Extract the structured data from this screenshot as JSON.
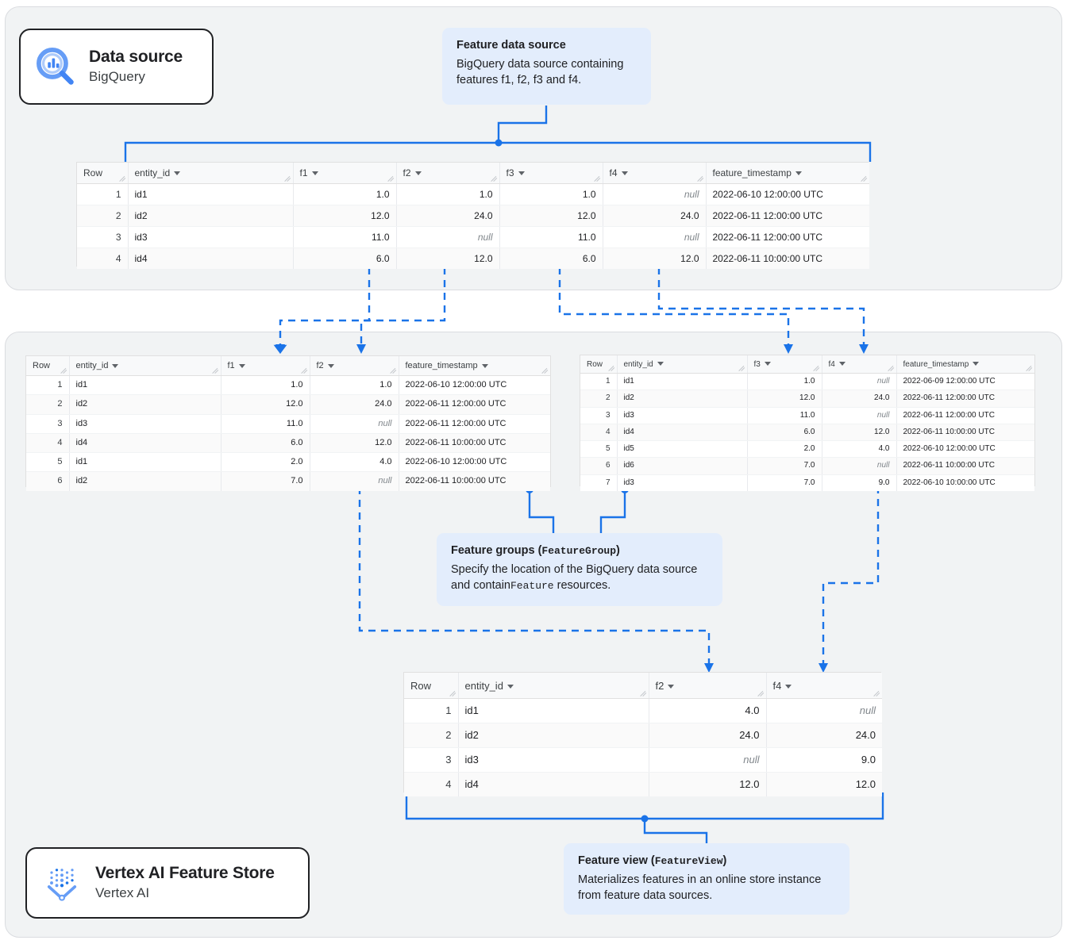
{
  "panels": {
    "datasource": {
      "name": "Data source panel"
    },
    "featurestore": {
      "name": "Vertex AI Feature Store panel"
    }
  },
  "cards": {
    "bigquery": {
      "title": "Data source",
      "subtitle": "BigQuery",
      "icon": "bigquery-logo-icon"
    },
    "vertex": {
      "title": "Vertex AI Feature Store",
      "subtitle": "Vertex AI",
      "icon": "vertex-ai-logo-icon"
    }
  },
  "callouts": {
    "feature_data_source": {
      "title": "Feature data source",
      "body": "BigQuery data source containing features f1, f2, f3 and f4."
    },
    "feature_groups": {
      "title_plain": "Feature groups (",
      "title_code": "FeatureGroup",
      "title_tail": ")",
      "body_part1": "Specify the location of the BigQuery data source and contain",
      "body_code": "Feature",
      "body_part2": " resources."
    },
    "feature_view": {
      "title_plain": "Feature view (",
      "title_code": "FeatureView",
      "title_tail": ")",
      "body": "Materializes features in an online store instance from feature data sources."
    }
  },
  "colors": {
    "accent_blue": "#1A73E8",
    "callout_bg": "#E3EDFC",
    "panel_bg": "#F1F3F4",
    "border_dark": "#202124"
  },
  "tables": {
    "source": {
      "name": "feature-data-source-table",
      "columns": [
        "Row",
        "entity_id",
        "f1",
        "f2",
        "f3",
        "f4",
        "feature_timestamp"
      ],
      "rows": [
        [
          "1",
          "id1",
          "1.0",
          "1.0",
          "1.0",
          "null",
          "2022-06-10 12:00:00 UTC"
        ],
        [
          "2",
          "id2",
          "12.0",
          "24.0",
          "12.0",
          "24.0",
          "2022-06-11 12:00:00 UTC"
        ],
        [
          "3",
          "id3",
          "11.0",
          "null",
          "11.0",
          "null",
          "2022-06-11 12:00:00 UTC"
        ],
        [
          "4",
          "id4",
          "6.0",
          "12.0",
          "6.0",
          "12.0",
          "2022-06-11 10:00:00 UTC"
        ]
      ]
    },
    "feature_group_1": {
      "name": "feature-group-1-table",
      "columns": [
        "Row",
        "entity_id",
        "f1",
        "f2",
        "feature_timestamp"
      ],
      "rows": [
        [
          "1",
          "id1",
          "1.0",
          "1.0",
          "2022-06-10 12:00:00 UTC"
        ],
        [
          "2",
          "id2",
          "12.0",
          "24.0",
          "2022-06-11 12:00:00 UTC"
        ],
        [
          "3",
          "id3",
          "11.0",
          "null",
          "2022-06-11 12:00:00 UTC"
        ],
        [
          "4",
          "id4",
          "6.0",
          "12.0",
          "2022-06-11 10:00:00 UTC"
        ],
        [
          "5",
          "id1",
          "2.0",
          "4.0",
          "2022-06-10 12:00:00 UTC"
        ],
        [
          "6",
          "id2",
          "7.0",
          "null",
          "2022-06-11 10:00:00 UTC"
        ]
      ]
    },
    "feature_group_2": {
      "name": "feature-group-2-table",
      "columns": [
        "Row",
        "entity_id",
        "f3",
        "f4",
        "feature_timestamp"
      ],
      "rows": [
        [
          "1",
          "id1",
          "1.0",
          "null",
          "2022-06-09 12:00:00 UTC"
        ],
        [
          "2",
          "id2",
          "12.0",
          "24.0",
          "2022-06-11 12:00:00 UTC"
        ],
        [
          "3",
          "id3",
          "11.0",
          "null",
          "2022-06-11 12:00:00 UTC"
        ],
        [
          "4",
          "id4",
          "6.0",
          "12.0",
          "2022-06-11 10:00:00 UTC"
        ],
        [
          "5",
          "id5",
          "2.0",
          "4.0",
          "2022-06-10 12:00:00 UTC"
        ],
        [
          "6",
          "id6",
          "7.0",
          "null",
          "2022-06-11 10:00:00 UTC"
        ],
        [
          "7",
          "id3",
          "7.0",
          "9.0",
          "2022-06-10 10:00:00 UTC"
        ]
      ]
    },
    "feature_view": {
      "name": "feature-view-table",
      "columns": [
        "Row",
        "entity_id",
        "f2",
        "f4"
      ],
      "rows": [
        [
          "1",
          "id1",
          "4.0",
          "null"
        ],
        [
          "2",
          "id2",
          "24.0",
          "24.0"
        ],
        [
          "3",
          "id3",
          "null",
          "9.0"
        ],
        [
          "4",
          "id4",
          "12.0",
          "12.0"
        ]
      ]
    }
  }
}
